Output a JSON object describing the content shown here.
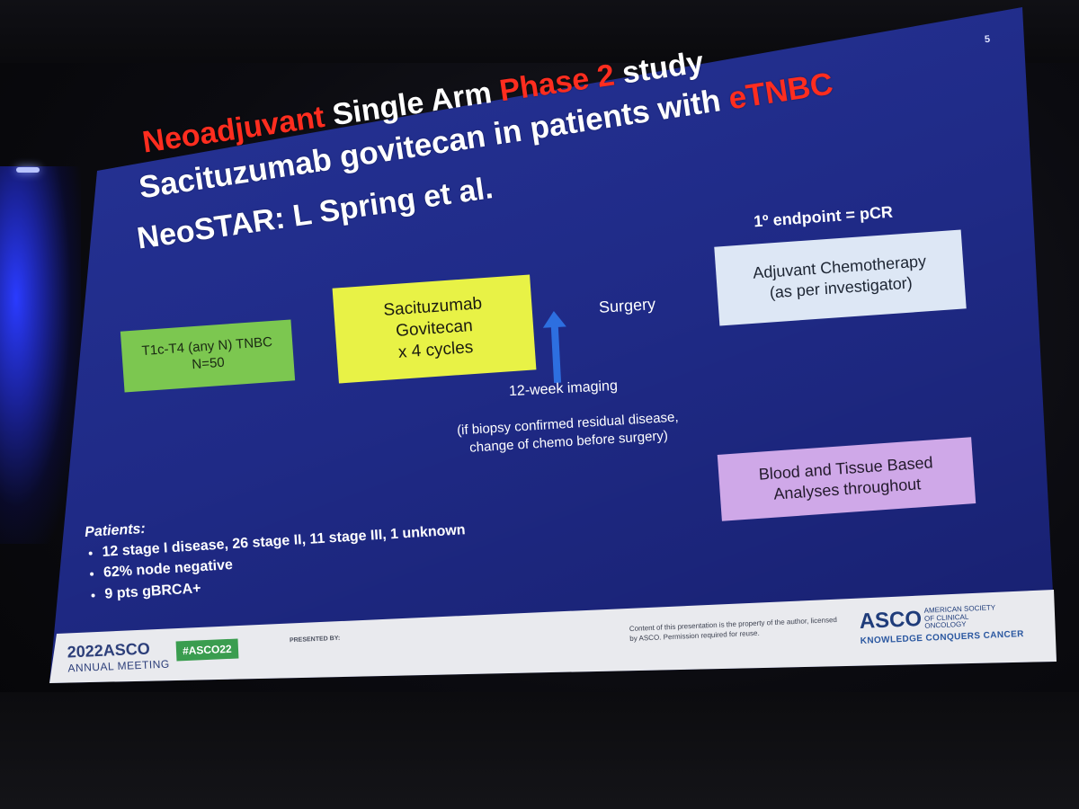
{
  "slide": {
    "page_number": "5",
    "title": {
      "line1_red": "Neoadjuvant",
      "line1_white": " Single Arm ",
      "line1_red2": "Phase 2",
      "line1_white2": " study",
      "line2_white": "Sacituzumab govitecan in patients with ",
      "line2_red": "eTNBC",
      "line3": "NeoSTAR: L Spring et al."
    },
    "endpoint": "1º endpoint = pCR",
    "boxes": {
      "tnbc_line1": "T1c-T4 (any N) TNBC",
      "tnbc_line2": "N=50",
      "sg_line1": "Sacituzumab",
      "sg_line2": "Govitecan",
      "sg_line3": "x 4 cycles",
      "adj_line1": "Adjuvant Chemotherapy",
      "adj_line2": "(as per investigator)",
      "blood_line1": "Blood and Tissue Based",
      "blood_line2": "Analyses throughout"
    },
    "surgery": "Surgery",
    "imaging": "12-week imaging",
    "biopsy_line1": "(if biopsy confirmed residual disease,",
    "biopsy_line2": "change of chemo before surgery)",
    "patients": {
      "header": "Patients:",
      "items": [
        "12 stage I disease, 26 stage II, 11 stage III, 1 unknown",
        "62% node negative",
        "9 pts gBRCA+"
      ]
    }
  },
  "footer": {
    "meeting_year": "2022ASCO",
    "meeting_sub": "ANNUAL MEETING",
    "hashtag": "#ASCO22",
    "presented_by": "PRESENTED BY:",
    "copyright": "Content of this presentation is the property of the author, licensed by ASCO. Permission required for reuse.",
    "logo_big": "ASCO",
    "logo_small": "AMERICAN SOCIETY OF CLINICAL ONCOLOGY",
    "logo_tagline": "KNOWLEDGE CONQUERS CANCER"
  },
  "colors": {
    "slide_bg": "#1f2a86",
    "title_red": "#ff2d1f",
    "box_green": "#7cc750",
    "box_yellow": "#e8f246",
    "box_lightblue": "#dde7f5",
    "box_purple": "#cfa8e8",
    "arrow_blue": "#2d6fe0",
    "hashtag_green": "#3a9d4f"
  }
}
